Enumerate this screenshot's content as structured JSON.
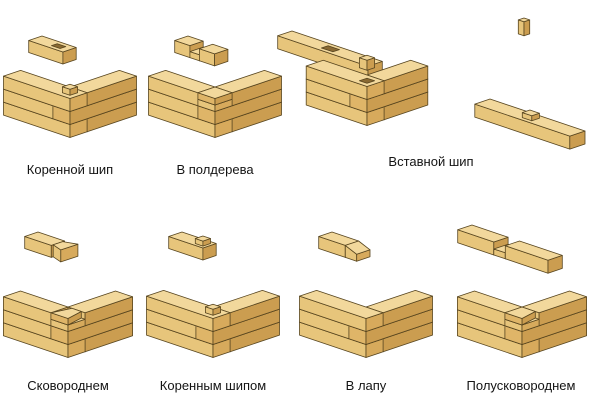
{
  "figure": {
    "background": "#ffffff",
    "colors": {
      "top": "#f2d89c",
      "side_left": "#e7c57b",
      "side_right": "#cb9d50",
      "end_grain": "#d7aa5c",
      "end_grain2": "#dfb568",
      "mortise": "#8a6a33",
      "outline": "#57451f",
      "label": "#141414"
    }
  },
  "joints": [
    {
      "id": "korennoy-ship",
      "label": "Коренной шип"
    },
    {
      "id": "v-polderova",
      "label": "В полдерева"
    },
    {
      "id": "vstavnoy-ship",
      "label": "Вставной шип"
    },
    {
      "id": "skovorodnem",
      "label": "Сковороднем"
    },
    {
      "id": "korennym-shipom",
      "label": "Коренным шипом"
    },
    {
      "id": "v-lapu",
      "label": "В лапу"
    },
    {
      "id": "poluskovorodnem",
      "label": "Полусковороднем"
    }
  ]
}
